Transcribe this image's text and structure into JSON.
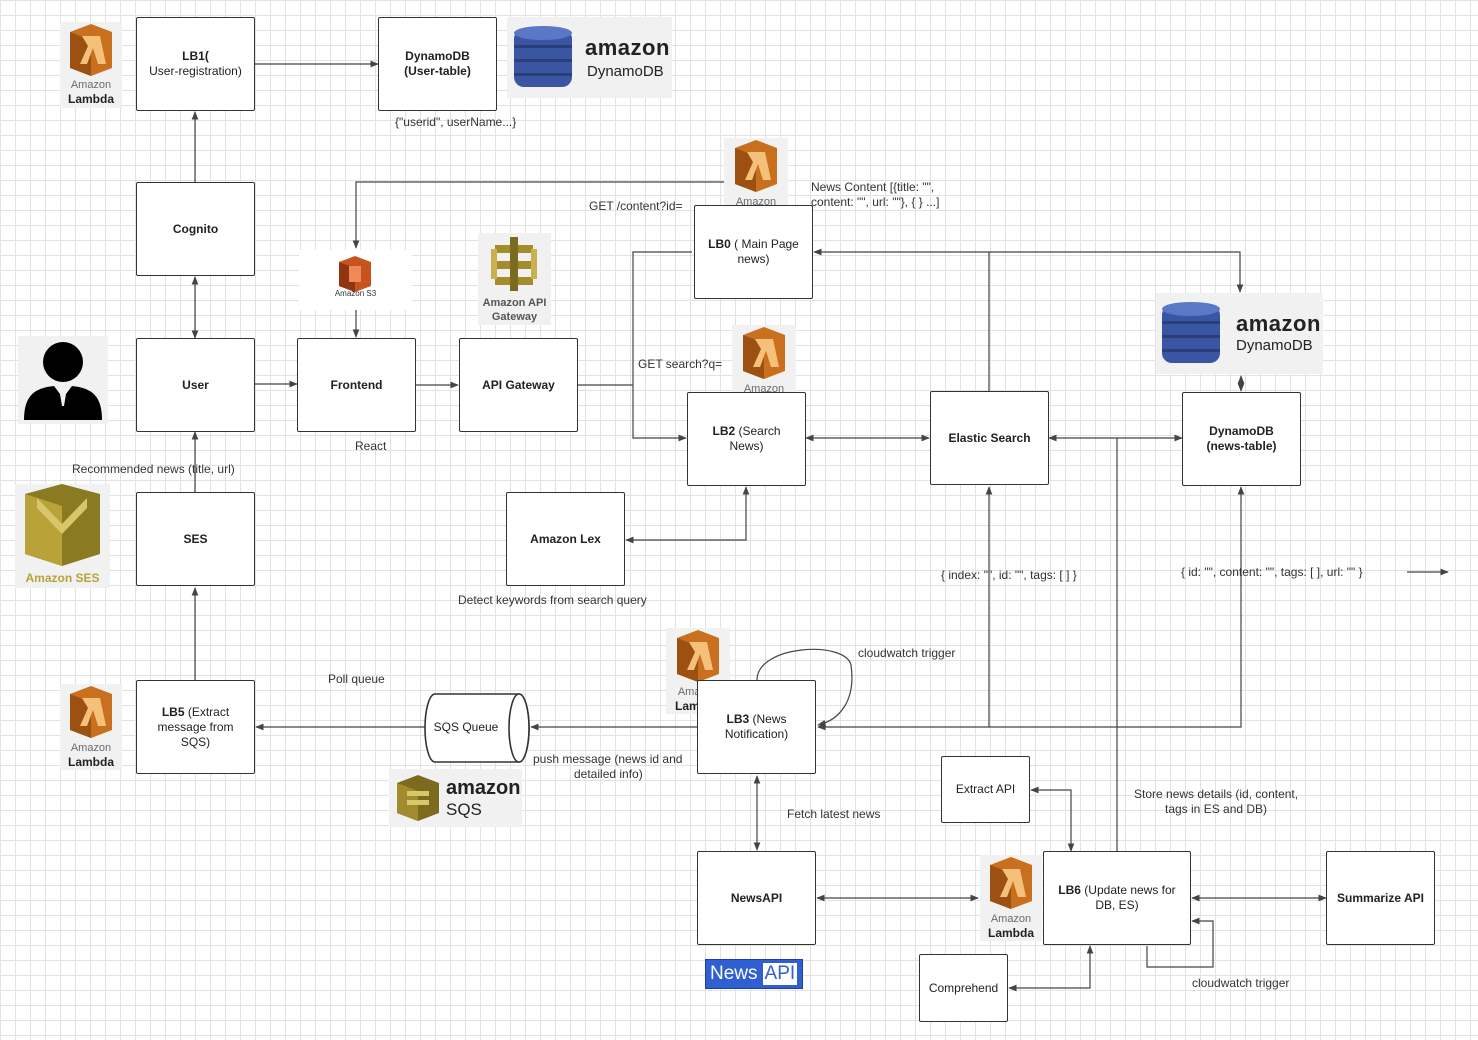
{
  "colors": {
    "lambda_orange": "#c8701e",
    "lambda_light": "#e69b45",
    "dynamodb_blue": "#3a56a3",
    "sqs_gold": "#a28a2e",
    "ses_gold": "#b9a338",
    "newsapi_blue": "#2f5fd0",
    "line": "#444444"
  },
  "icons": {
    "lambda": "lambda-icon",
    "dynamodb": "dynamodb-icon",
    "s3": "s3-icon",
    "api_gateway": "api-gateway-icon",
    "ses": "ses-icon",
    "sqs": "sqs-icon",
    "newsapi": "newsapi-logo",
    "user": "user-icon"
  },
  "logos": {
    "amazon_lambda": {
      "line1": "Amazon",
      "line2": "Lambda"
    },
    "amazon_dynamodb": {
      "line1": "amazon",
      "line2": "DynamoDB"
    },
    "amazon_s3": "Amazon S3",
    "amazon_api_gateway": {
      "line1": "Amazon API",
      "line2": "Gateway"
    },
    "amazon_ses": "Amazon SES",
    "amazon_sqs": {
      "line1": "amazon",
      "line2": "SQS"
    },
    "newsapi": {
      "part1": "News",
      "part2": "API"
    }
  },
  "nodes": {
    "lb1": {
      "title": "LB1(",
      "sub": "User-registration)"
    },
    "dynamodb_user": {
      "title": "DynamoDB",
      "sub": "(User-table)"
    },
    "cognito": {
      "title": "Cognito"
    },
    "user": {
      "title": "User"
    },
    "frontend": {
      "title": "Frontend"
    },
    "api_gateway": {
      "title": "API Gateway"
    },
    "lb0": {
      "title": "LB0",
      "rest1": " ( Main Page",
      "rest2": "news)"
    },
    "lb2": {
      "title": "LB2",
      "rest1": " (Search",
      "rest2": "News)"
    },
    "elastic_search": {
      "title": "Elastic Search"
    },
    "dynamodb_news": {
      "title": "DynamoDB",
      "sub": "(news-table)"
    },
    "ses": {
      "title": "SES"
    },
    "amazon_lex": {
      "title": "Amazon Lex"
    },
    "lb5": {
      "title": "LB5",
      "rest1": " (Extract",
      "rest2": "message from",
      "rest3": "SQS)"
    },
    "sqs_queue": {
      "title": "SQS Queue"
    },
    "lb3": {
      "title": "LB3",
      "rest1": " (News",
      "rest2": "Notification)"
    },
    "extract_api": {
      "title": "Extract API"
    },
    "newsapi": {
      "title": "NewsAPI"
    },
    "lb6": {
      "title": "LB6",
      "rest1": " (Update news for",
      "rest2": "DB, ES)"
    },
    "summarize_api": {
      "title": "Summarize API"
    },
    "comprehend": {
      "title": "Comprehend"
    }
  },
  "labels": {
    "userid_schema": "{\"userid\", userName...}",
    "news_content_1": "News Content  [{title: \"\",",
    "news_content_2": "content: \"\", url: \"\"}, { } ...]",
    "get_content": "GET /content?id=",
    "get_search": "GET search?q=",
    "react": "React",
    "recommended_news": "Recommended news (title, url)",
    "detect_keywords": "Detect keywords from search query",
    "es_schema": "{ index: \"\", id: \"\", tags: [ ] }",
    "db_schema": "{ id: \"\",  content: \"\", tags: [ ], url: \"\" }",
    "cloudwatch_trigger_1": "cloudwatch trigger",
    "poll_queue": "Poll queue",
    "push_message_1": "push message (news id and",
    "push_message_2": "detailed info)",
    "fetch_latest_news": "Fetch latest news",
    "store_news_1": "Store news details (id, content,",
    "store_news_2": "tags in ES and DB)",
    "cloudwatch_trigger_2": "cloudwatch trigger"
  }
}
